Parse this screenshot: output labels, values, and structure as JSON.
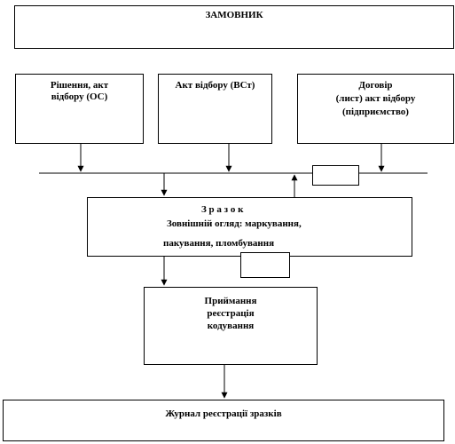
{
  "diagram": {
    "customer": "ЗАМОВНИК",
    "source_boxes": [
      {
        "line1": "Рішення, акт",
        "line2": "відбору (ОС)"
      },
      {
        "line1": "Акт відбору (ВСт)"
      },
      {
        "line1": "Договір",
        "line2": "(лист) акт відбору",
        "line3": "(підприємство)"
      }
    ],
    "sample": {
      "title": "З р а з о к",
      "line1": "Зовнішній огляд: маркування,",
      "line2": "пакування, пломбування"
    },
    "registration": {
      "line1": "Приймання",
      "line2": "реєстрація",
      "line3": "кодування"
    },
    "journal": "Журнал реєстрації зразків"
  }
}
